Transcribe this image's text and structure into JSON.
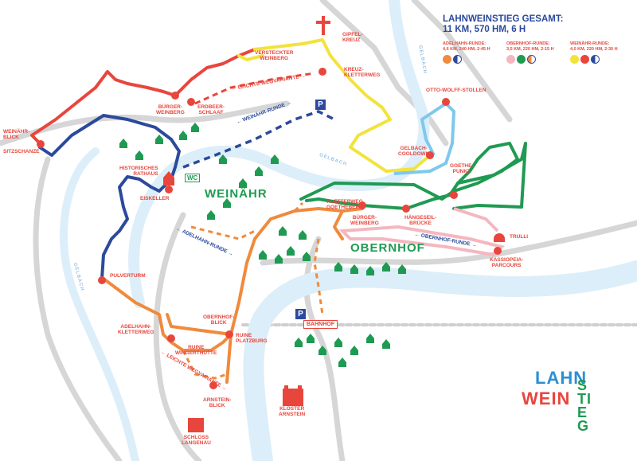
{
  "legend": {
    "title_line1": "LAHNWEINSTIEG GESAMT:",
    "title_line2": "11 KM, 570 HM, 6 H",
    "routes": [
      {
        "name": "ADELHAHN-RUNDE:",
        "stats": "4,6 KM, 240 HM, 2:45 H",
        "color": "#f08a3c"
      },
      {
        "name": "OBERNHOF-RUNDE:",
        "stats": "3,5 KM, 220 HM, 2:15 H",
        "color": "#1f9a52"
      },
      {
        "name": "WEINÄHR-RUNDE:",
        "stats": "4,0 KM, 220 HM, 2:30 H",
        "color": "#f2e33c"
      }
    ]
  },
  "route_colors": {
    "red": "#e8463c",
    "blue": "#2b4a9c",
    "yellow": "#f2e33c",
    "light_blue": "#7fc8ec",
    "green": "#1f9a52",
    "orange": "#f08a3c",
    "pink": "#f4b7c0",
    "river": "#d9ecf8",
    "road": "#d0d0d0"
  },
  "places": {
    "weinaehr": "WEINÄHR",
    "obernhof": "OBERNHOF"
  },
  "water": {
    "lahn_right": "LAHN",
    "lahn_bottom": "LAHN",
    "gelbach_top": "GELBACH",
    "gelbach_mid": "GELBACH",
    "gelbach_left": "GELBACH"
  },
  "route_labels": {
    "weinaehr_runde": "← WEINÄHR-RUNDE →",
    "adelhahn_runde": "← ADELHAHN-RUNDE →",
    "obernhof_runde": "← OBERNHOF-RUNDE →",
    "leichte_top": "← LEICHTE WEGVARIANTE →",
    "leichte_bottom": "← LEICHTE WEGVARIANTE →"
  },
  "poi": {
    "gipfelkreuz": "GIPFEL-\nKREUZ",
    "versteckter_weinberg": "VERSTECKTER\nWEINBERG",
    "kreuz_kletterweg": "KREUZ-\nKLETTERWEG",
    "otto_wolff": "OTTO-WOLFF-STOLLEN",
    "buerger_weinberg_top": "BÜRGER-\nWEINBERG",
    "erdbeer_schlaaf": "ERDBEER-\nSCHLAAF",
    "weinaehr_blick": "WEINÄHR-\nBLICK",
    "sitzschanze": "SITZSCHANZE",
    "historisches_rathaus": "HISTORISCHES\nRATHAUS",
    "eiskeller": "EISKELLER",
    "gelbach_cooldown": "GELBACH-\nCOOLDOWN",
    "goethe_punkt": "GOETHE-\nPUNKT",
    "kletterweg_goetheberg": "KLETTERWEG\nGOETHEBERG",
    "haengeseil_bruecke": "HÄNGESEIL-\nBRÜCKE",
    "buerger_weinberg_obernhof": "BÜRGER-\nWEINBERG",
    "trulli": "TRULLI",
    "kassiopeia": "KASSIOPEIA-\nPARCOURS",
    "pulverturm": "PULVERTURM",
    "adelhahn_kletterweg": "ADELHAHN-\nKLETTERWEG",
    "obernhof_blick": "OBERNHOF-\nBLICK",
    "ruine_platzburg": "RUINE\nPLATZBURG",
    "ruine_wingerthuette": "RUINE\nWINGERTHÜTTE",
    "arnstein_blick": "ARNSTEIN-\nBLICK",
    "kloster_arnstein": "KLOSTER\nARNSTEIN",
    "schloss_langenau": "SCHLOSS\nLANGENAU"
  },
  "badges": {
    "bahnhof": "BAHNHOF",
    "wc": "WC",
    "parking": "P"
  },
  "logo": {
    "lahn": "LAHN",
    "wein": "WEIN",
    "stieg": "STIEG"
  },
  "logo_colors": {
    "lahn": "#2b8fd6",
    "wein": "#e8463c",
    "stieg": "#1f9a52"
  },
  "icons": [
    "camera-icon",
    "star-marker-icon",
    "house-icon",
    "ladder-icon",
    "cross-icon",
    "tree-icon",
    "castle-icon",
    "parking-icon"
  ]
}
